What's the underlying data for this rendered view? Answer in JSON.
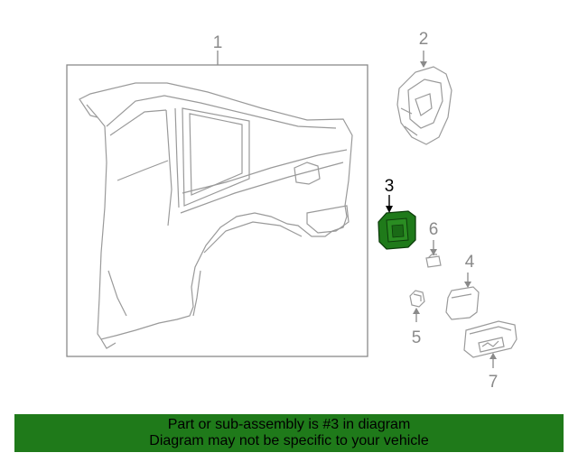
{
  "callouts": {
    "c1": "1",
    "c2": "2",
    "c3": "3",
    "c4": "4",
    "c5": "5",
    "c6": "6",
    "c7": "7"
  },
  "highlight_color": "#1f7a1a",
  "banner": {
    "line1": "Part or sub-assembly is #3 in diagram",
    "line2": "Diagram may not be specific to your vehicle"
  }
}
